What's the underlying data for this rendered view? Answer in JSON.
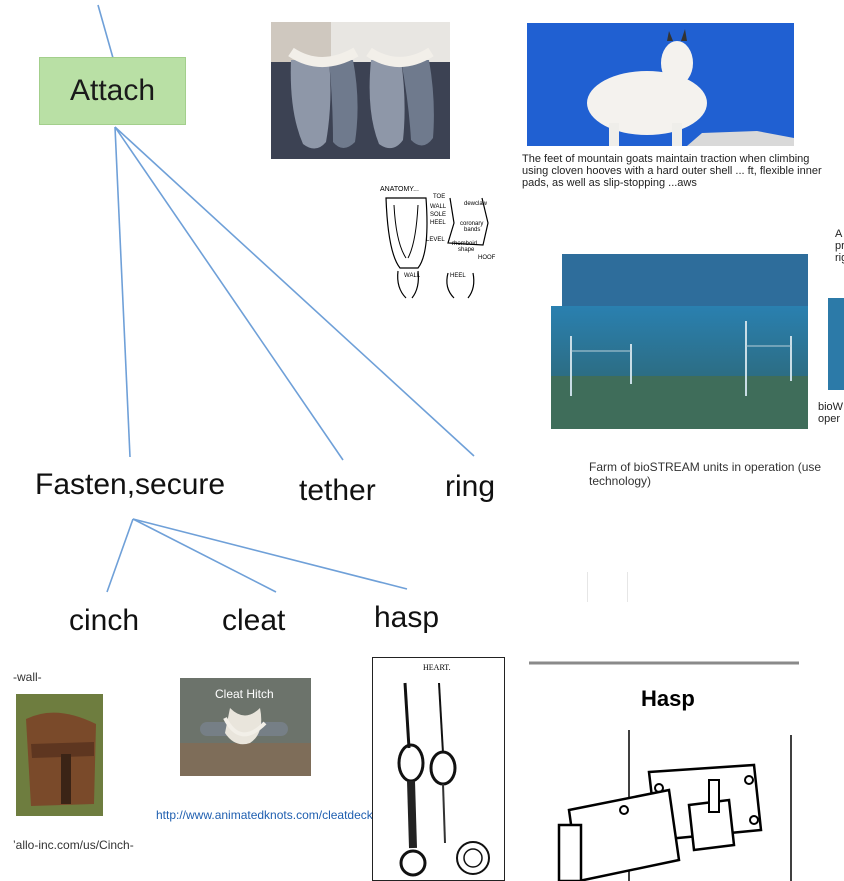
{
  "diagram": {
    "root": "Attach",
    "level1": [
      "Fasten,secure",
      "tether",
      "ring"
    ],
    "level2": [
      "cinch",
      "cleat",
      "hasp"
    ],
    "link_color": "#6fa0d8",
    "root_fill": "#b9e0a5"
  },
  "images": {
    "hooves_photo": "goat-hooves",
    "goat_photo": "mountain-goat",
    "goat_caption": "The feet of mountain goats maintain traction when climbing using cloven hooves with a hard outer shell ... ft, flexible inner pads, as well as slip-stopping ...aws",
    "anatomy_title": "ANATOMY...",
    "anatomy_labels": [
      "TOE",
      "WALL",
      "SOLE",
      "HEEL",
      "LEVEL",
      "WALL",
      "HEEL",
      "dewclaw",
      "coronary bands",
      "rhomboid shape",
      "HOOF"
    ],
    "side_caption_fragment": "A\npr\nrig",
    "biostream_caption": "Farm of bioSTREAM units in operation (use technology)",
    "biow_fragment": "bioW\noper",
    "wall_text": "-wall-",
    "cinch_url_fragment": "’allo-inc.com/us/Cinch-",
    "cleat_label": "Cleat Hitch",
    "cleat_url": "http://www.animatedknots.com/cleatdeck/",
    "heart_label": "HEART.",
    "hasp_title": "Hasp"
  }
}
